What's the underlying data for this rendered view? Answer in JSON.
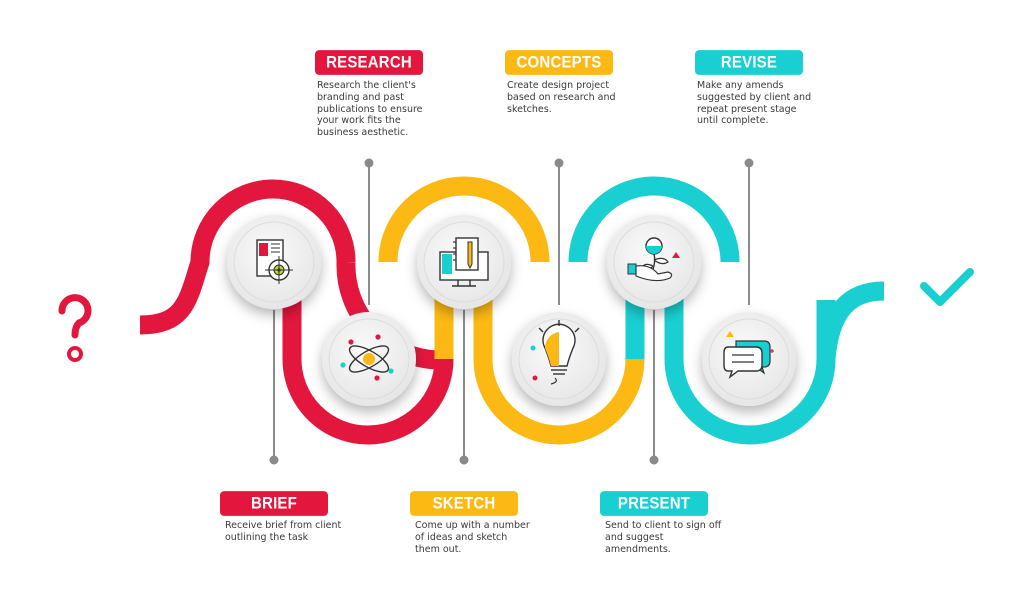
{
  "colors": {
    "red": "#E3173E",
    "yellow": "#FDB913",
    "teal": "#1ACFD1",
    "connector": "#8a8a8a",
    "circle": "#efefef"
  },
  "start_icon": "question-mark-icon",
  "end_icon": "check-mark-icon",
  "steps": [
    {
      "key": "brief",
      "label": "BRIEF",
      "description": "Receive brief from client outlining the task",
      "icon": "target-document-icon",
      "color": "#E3173E"
    },
    {
      "key": "research",
      "label": "RESEARCH",
      "description": "Research the client's branding and past publications to ensure your work fits the business aesthetic.",
      "icon": "atom-icon",
      "color": "#E3173E"
    },
    {
      "key": "sketch",
      "label": "SKETCH",
      "description": "Come up with a number of ideas and sketch them out.",
      "icon": "notebook-monitor-icon",
      "color": "#FDB913"
    },
    {
      "key": "concepts",
      "label": "CONCEPTS",
      "description": "Create design project based on research and sketches.",
      "icon": "lightbulb-icon",
      "color": "#FDB913"
    },
    {
      "key": "present",
      "label": "PRESENT",
      "description": "Send to client to sign off and suggest amendments.",
      "icon": "hand-plant-icon",
      "color": "#1ACFD1"
    },
    {
      "key": "revise",
      "label": "REVISE",
      "description": "Make any amends suggested by client and repeat present stage until complete.",
      "icon": "chat-bubbles-icon",
      "color": "#1ACFD1"
    }
  ]
}
